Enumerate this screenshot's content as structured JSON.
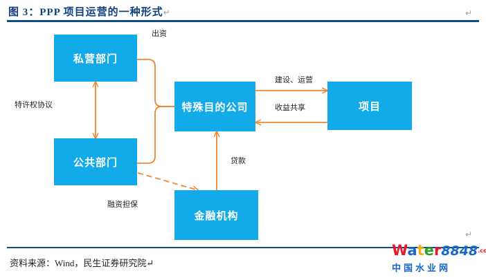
{
  "figure": {
    "title": "图 3：PPP 项目运营的一种形式",
    "pilcrow": "↵",
    "source": "资料来源：Wind，民生证券研究院↵"
  },
  "colors": {
    "node_fill": "#13AAE9",
    "node_text": "#FFFFFF",
    "arrow": "#F2852E",
    "rule": "#0B4F85",
    "title_text": "#10407C"
  },
  "nodes": [
    {
      "id": "private",
      "label": "私营部门"
    },
    {
      "id": "public",
      "label": "公共部门"
    },
    {
      "id": "spv",
      "label": "特殊目的公司"
    },
    {
      "id": "project",
      "label": "项目"
    },
    {
      "id": "finance",
      "label": "金融机构"
    }
  ],
  "edge_labels": {
    "chuzi": "出资",
    "franchise": "特许权协议",
    "build": "建设、运营",
    "revenue": "收益共享",
    "loan": "贷款",
    "guarantee": "融资担保"
  },
  "watermark": {
    "w": "W",
    "a": "a",
    "t": "t",
    "e": "e",
    "r": "r",
    "num": "8848",
    "com": ".com",
    "cn": "中国水业网"
  }
}
